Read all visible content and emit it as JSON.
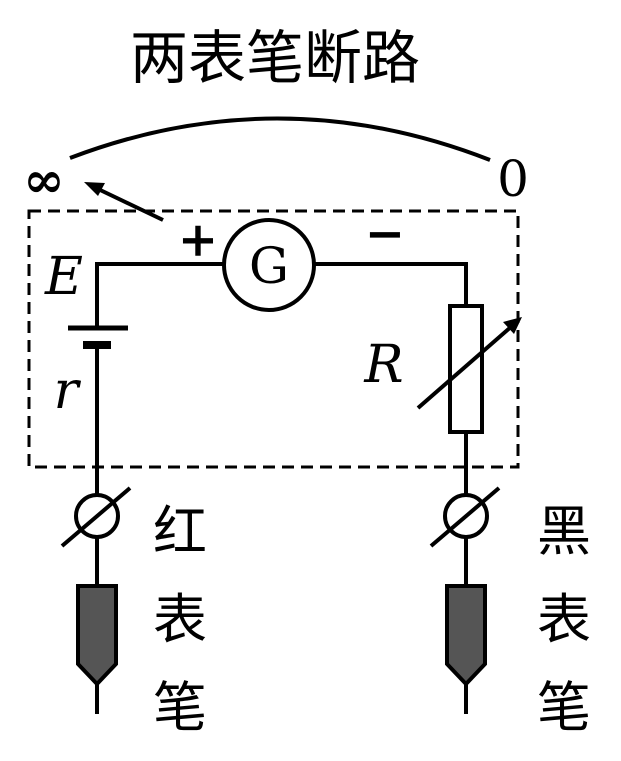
{
  "title": "两表笔断路",
  "scale": {
    "infinity": "∞",
    "zero": "0"
  },
  "terminals": {
    "plus": "+",
    "minus": "−"
  },
  "components": {
    "galvanometer": "G",
    "emf": "E",
    "internal_resistance": "r",
    "rheostat": "R"
  },
  "probes": {
    "red": [
      "红",
      "表",
      "笔"
    ],
    "black": [
      "黑",
      "表",
      "笔"
    ]
  },
  "colors": {
    "line": "#000000",
    "probe_fill": "#555555",
    "background": "#ffffff"
  }
}
